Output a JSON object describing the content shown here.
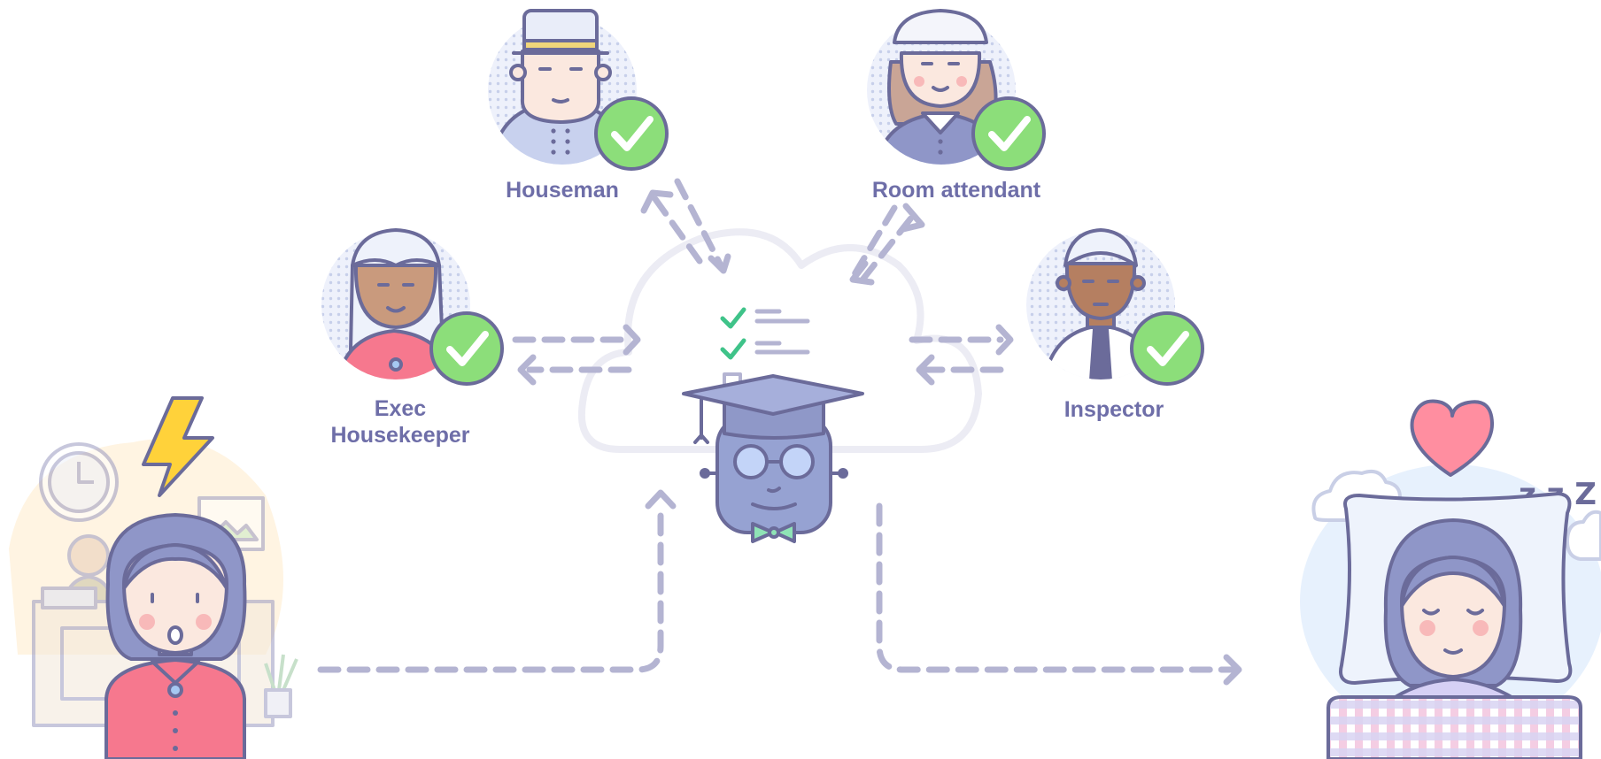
{
  "roles": {
    "houseman": "Houseman",
    "room_attendant": "Room attendant",
    "exec_housekeeper_line1": "Exec",
    "exec_housekeeper_line2": "Housekeeper",
    "inspector": "Inspector"
  },
  "colors": {
    "outline": "#6b6b9a",
    "label": "#6e6ea8",
    "arrow": "#b4b4d2",
    "check_fill": "#8cde7a",
    "dots_bg": "#dfe5f6",
    "cloud": "#ededf4",
    "guest_shirt": "#f6788e",
    "hair": "#8f96c8",
    "bolt": "#ffd23a",
    "heart": "#ff8ea0"
  },
  "icons": {
    "center": "robot-graduate-icon",
    "status": "check-circle-icon",
    "alert": "lightning-icon",
    "love": "heart-icon",
    "sleep": "zzz-icon"
  }
}
